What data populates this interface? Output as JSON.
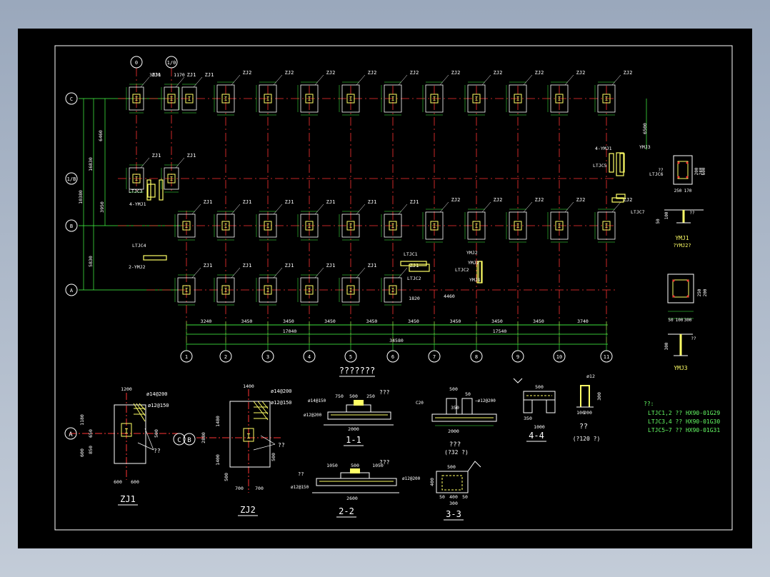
{
  "colors": {
    "grid": "#ff3333",
    "footing": "#ffff66",
    "dim": "#44ff44",
    "text": "#ffffff",
    "note": "#66ff66",
    "frame": "#ffffff"
  },
  "plan": {
    "title": "???????",
    "col_axes": [
      "1",
      "2",
      "3",
      "4",
      "5",
      "6",
      "7",
      "8",
      "9",
      "10",
      "11"
    ],
    "top_axes": [
      "0",
      "1/0"
    ],
    "row_axes": [
      "C",
      "1/B",
      "B",
      "A"
    ],
    "row_dims": [
      "6460",
      "16830",
      "10380",
      "3950",
      "5830"
    ],
    "bay_dims": [
      "3240",
      "3450",
      "3450",
      "3450",
      "3450",
      "3450",
      "3450",
      "3450",
      "3450",
      "3740"
    ],
    "sub_totals": [
      "17040",
      "17540"
    ],
    "overall": "34580",
    "top_dims": [
      "3030",
      "1170"
    ],
    "row_c_labels": [
      "ZJ1",
      "ZJ1",
      "ZJ1",
      "ZJ2",
      "ZJ2",
      "ZJ2",
      "ZJ2",
      "ZJ2",
      "ZJ2",
      "ZJ2",
      "ZJ2",
      "ZJ2",
      "ZJ2"
    ],
    "row_b_labels": [
      "ZJ1",
      "ZJ1",
      "ZJ1",
      "ZJ1",
      "ZJ1",
      "ZJ1",
      "ZJ2",
      "ZJ2",
      "ZJ2",
      "ZJ2",
      "ZJ2"
    ],
    "row_a_labels": [
      "ZJ1",
      "ZJ1",
      "ZJ1",
      "ZJ1",
      "ZJ1",
      "ZJ1"
    ],
    "callouts": [
      "4-YMJ1",
      "YMJ3",
      "LTJC5",
      "LTJC6",
      "LTJC3",
      "LTJC4",
      "2-YMJ2",
      "YMJ2",
      "LTJC7",
      "LTJC1",
      "LTJC2",
      "YMJ2",
      "YMJ1",
      "4-YMJ1",
      "LTJC2"
    ],
    "misc_dims": [
      "1820",
      "4460",
      "6500"
    ]
  },
  "right_details": {
    "ymj1_label": "YMJ1",
    "ymj1_sub": "?YMJ2?",
    "ymj3_label": "YMJ3",
    "dims": [
      "250",
      "170",
      "200",
      "240",
      "600",
      "50",
      "100",
      "300",
      "250",
      "200",
      "100",
      "50",
      "300",
      "??",
      "??",
      "??"
    ]
  },
  "details": {
    "zj1": {
      "label": "ZJ1",
      "dims": [
        "1200",
        "1180",
        "650",
        "600",
        "500",
        "850",
        "600",
        "600"
      ],
      "bars": [
        "ø14@200",
        "ø12@150"
      ],
      "note": "??",
      "axis": "A"
    },
    "zj2": {
      "label": "ZJ2",
      "dims": [
        "1400",
        "1480",
        "2880",
        "1400",
        "700",
        "700",
        "500",
        "500"
      ],
      "bars": [
        "ø14@200",
        "ø12@150"
      ],
      "note": "??",
      "axis": "C",
      "axis2": "B"
    },
    "s1": {
      "label": "1-1",
      "dims": [
        "750",
        "500",
        "250",
        "2000"
      ],
      "bars": [
        "ø14@150",
        "ø12@200"
      ],
      "note": "???"
    },
    "s2": {
      "label": "2-2",
      "dims": [
        "1050",
        "500",
        "1050",
        "2600"
      ],
      "bars": [
        "ø12@150",
        "ø12@200"
      ],
      "note": "???",
      "note2": "??"
    },
    "s3": {
      "label": "3-3",
      "dims": [
        "400",
        "500",
        "50",
        "400",
        "50",
        "300"
      ]
    },
    "s4": {
      "label": "4-4",
      "dims": [
        "500",
        "350",
        "1000"
      ]
    },
    "s5": {
      "label": "???",
      "sub": "(?32    ?)",
      "dims": [
        "500",
        "350",
        "50",
        "2000"
      ],
      "bars": [
        "C20",
        "−ø12@200"
      ]
    },
    "s6": {
      "label": "??",
      "sub": "(?120    ?)",
      "dims": [
        "ø12",
        "300",
        "200",
        "100"
      ]
    }
  },
  "notes": {
    "title": "??:",
    "lines": [
      "LTJC1,2  ?? HX90-01G29",
      "LTJC3,4  ?? HX90-01G30",
      "LTJC5~7 ?? HX90-01G31"
    ]
  }
}
